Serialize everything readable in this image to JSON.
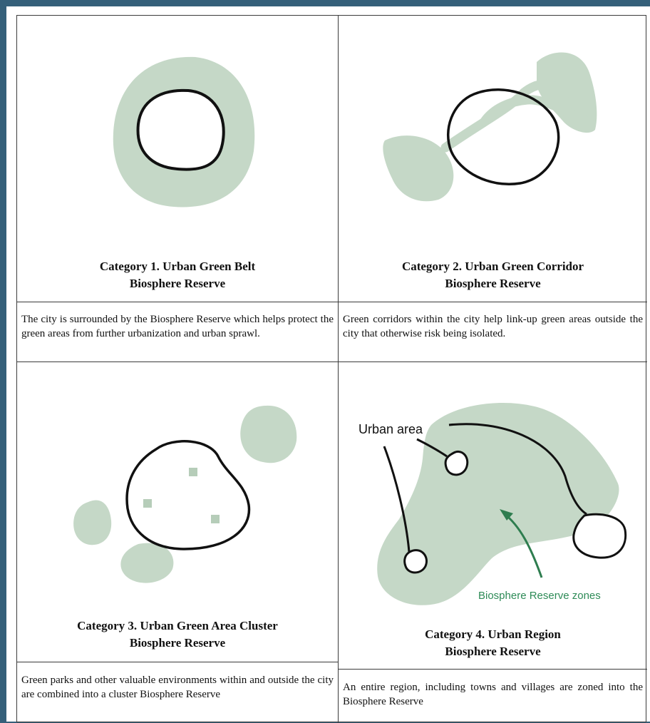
{
  "colors": {
    "green_area": "#c5d8c7",
    "green_label": "#2e8b57",
    "line": "#111111",
    "frame": "#35607a"
  },
  "cells": [
    {
      "title_line1": "Category 1. Urban Green Belt",
      "title_line2": "Biosphere Reserve",
      "description": "The city is surrounded by the Biosphere Reserve which helps protect the green areas from further urbanization and urban sprawl."
    },
    {
      "title_line1": "Category 2. Urban Green Corridor",
      "title_line2": "Biosphere Reserve",
      "description": "Green corridors within the city help link-up green areas outside the city that otherwise risk being isolated."
    },
    {
      "title_line1": "Category 3. Urban Green Area Cluster",
      "title_line2": "Biosphere Reserve",
      "description": "Green parks and other valuable environments within and outside the city are combined into a cluster Biosphere Reserve"
    },
    {
      "title_line1": "Category 4.  Urban Region",
      "title_line2": "Biosphere Reserve",
      "description": "An entire region, including towns and villages are zoned into the Biosphere Reserve",
      "label_urban_area": "Urban area",
      "label_reserve_zones": "Biosphere Reserve zones"
    }
  ]
}
